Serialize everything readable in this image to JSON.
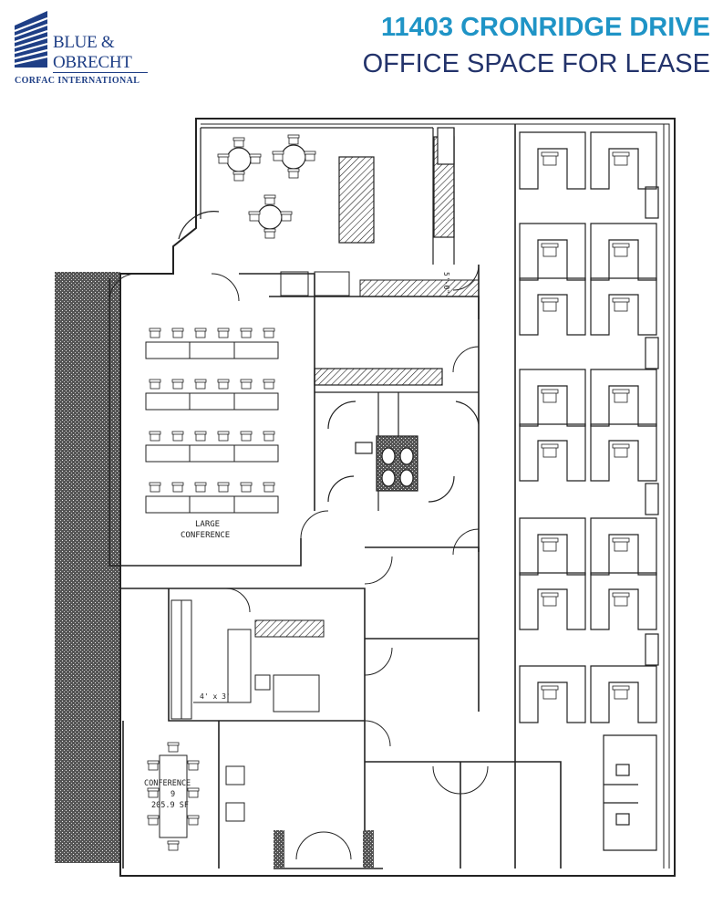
{
  "logo": {
    "name_line1": "BLUE &",
    "name_line2": "OBRECHT",
    "subtitle": "CORFAC INTERNATIONAL",
    "brand_color": "#1f3f86"
  },
  "header": {
    "address": "11403 CRONRIDGE DRIVE",
    "subtitle": "OFFICE SPACE FOR LEASE",
    "address_color": "#1f94c6",
    "subtitle_color": "#23336b"
  },
  "floorplan": {
    "rooms": {
      "large_conference_line1": "LARGE",
      "large_conference_line2": "CONFERENCE",
      "conference_label": "CONFERENCE",
      "conference_number": "9",
      "conference_area": "205.9 SF"
    },
    "dimensions": {
      "closet": "4' x 3'",
      "corridor": "5'-0\""
    }
  }
}
